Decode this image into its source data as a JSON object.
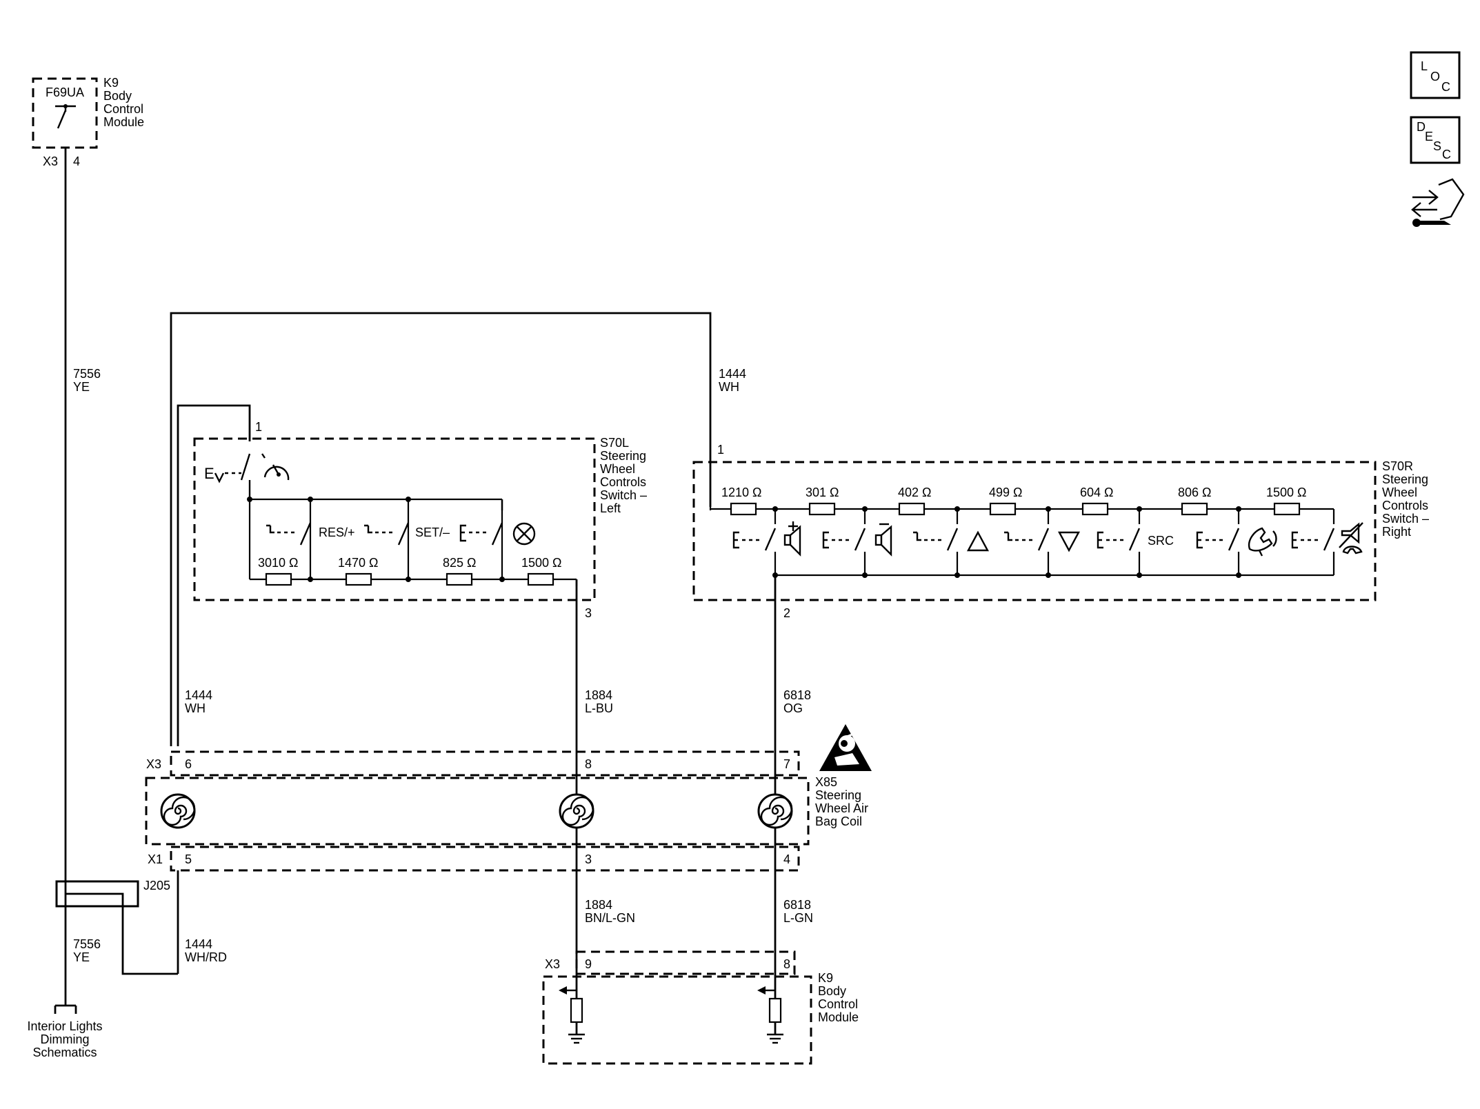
{
  "bcm_top": {
    "fuse": "F69UA",
    "name": "K9\nBody\nControl\nModule",
    "connector": "X3",
    "pin": "4"
  },
  "wire_7556_top": {
    "circuit": "7556",
    "color": "YE"
  },
  "wire_1444_top": {
    "circuit": "1444",
    "color": "WH"
  },
  "wire_1444_left": {
    "circuit": "1444",
    "color": "WH"
  },
  "wire_1884_upper": {
    "circuit": "1884",
    "color": "L-BU"
  },
  "wire_6818_upper": {
    "circuit": "6818",
    "color": "OG"
  },
  "wire_1884_lower": {
    "circuit": "1884",
    "color": "BN/L-GN"
  },
  "wire_6818_lower": {
    "circuit": "6818",
    "color": "L-GN"
  },
  "wire_7556_bottom": {
    "circuit": "7556",
    "color": "YE"
  },
  "wire_1444_bottom": {
    "circuit": "1444",
    "color": "WH/RD"
  },
  "s70l": {
    "name": "S70L\nSteering\nWheel\nControls\nSwitch –\nLeft",
    "pin_in": "1",
    "pin_out": "3",
    "labels": [
      "RES/+",
      "SET/–"
    ],
    "resistors": [
      "3010 Ω",
      "1470 Ω",
      "825 Ω",
      "1500 Ω"
    ]
  },
  "s70r": {
    "name": "S70R\nSteering\nWheel\nControls\nSwitch –\nRight",
    "pin_in": "1",
    "pin_out": "2",
    "resistors": [
      "1210 Ω",
      "301 Ω",
      "402 Ω",
      "499 Ω",
      "604 Ω",
      "806 Ω",
      "1500 Ω"
    ],
    "src_label": "SRC"
  },
  "x85": {
    "name": "X85\nSteering\nWheel Air\nBag Coil",
    "x3": {
      "connector": "X3",
      "pins": [
        "6",
        "8",
        "7"
      ]
    },
    "x1": {
      "connector": "X1",
      "pins": [
        "5",
        "3",
        "4"
      ]
    }
  },
  "splice": {
    "name": "J205"
  },
  "bcm_bottom": {
    "connector": "X3",
    "pins": [
      "9",
      "8"
    ],
    "name": "K9\nBody\nControl\nModule"
  },
  "ground_ref": {
    "text": "Interior Lights\nDimming\nSchematics"
  },
  "nav": {
    "loc": [
      "L",
      "O",
      "C"
    ],
    "desc": [
      "D",
      "E",
      "S",
      "C"
    ]
  },
  "icons": [
    "switch-icon",
    "cruise-control-icon",
    "cancel-icon",
    "volume-up-icon",
    "volume-down-icon",
    "seek-up-icon",
    "seek-down-icon",
    "phone-voice-icon",
    "phone-mute-icon",
    "air-bag-warning-icon",
    "resistor-icon",
    "ground-icon",
    "clockspring-coil-icon",
    "connector-arrow-icon"
  ]
}
